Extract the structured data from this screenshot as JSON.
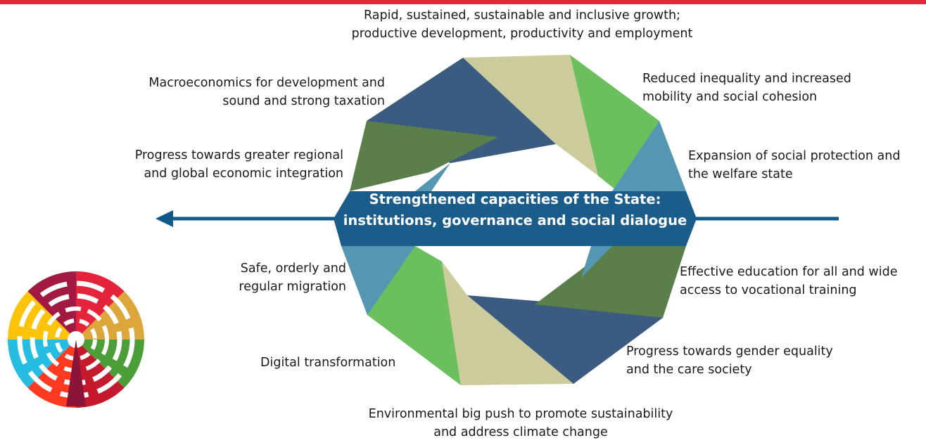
{
  "colors": {
    "top_bar": "#e2283a",
    "navy": "#3b5c80",
    "khaki": "#cccb9b",
    "light_green": "#6cbf5d",
    "steel_blue": "#5597b2",
    "dark_green": "#5a7f4a",
    "band": "#1b5d8a",
    "arrow": "#0f5a8a"
  },
  "center": {
    "line1": "Strengthened capacities of the State:",
    "line2": "institutions, governance and social dialogue"
  },
  "labels": {
    "growth": {
      "line1": "Rapid, sustained, sustainable and inclusive growth;",
      "line2": "productive development, productivity and employment"
    },
    "inequality": {
      "line1": "Reduced inequality and increased",
      "line2": "mobility and social cohesion"
    },
    "protection": {
      "line1": "Expansion of social protection and",
      "line2": "the welfare state"
    },
    "education": {
      "line1": "Effective education for all and wide",
      "line2": "access to vocational training"
    },
    "gender": {
      "line1": "Progress towards gender equality",
      "line2": "and the care society"
    },
    "environment": {
      "line1": "Environmental big push to promote sustainability",
      "line2": "and address climate change"
    },
    "digital": {
      "line1": "Digital transformation"
    },
    "migration": {
      "line1": "Safe, orderly and",
      "line2": "regular migration"
    },
    "integration": {
      "line1": "Progress towards greater regional",
      "line2": "and global economic integration"
    },
    "macro": {
      "line1": "Macroeconomics for development and",
      "line2": "sound and strong taxation"
    }
  },
  "logo_icon": "sdg-wheel-icon"
}
